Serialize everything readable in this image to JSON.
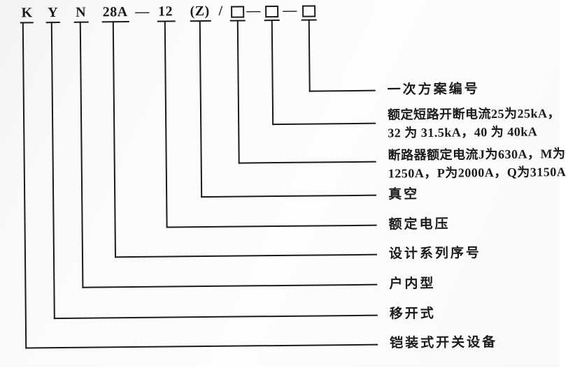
{
  "diagram": {
    "title_hint": "KYN28A-12(Z) switchgear model designation diagram",
    "colors": {
      "ink": "#1b1b1b",
      "paper": "#fafbfa"
    },
    "model_code": {
      "parts": [
        {
          "text": "K"
        },
        {
          "text": "Y"
        },
        {
          "text": "N"
        },
        {
          "text": "28A"
        },
        {
          "text": "—"
        },
        {
          "text": "12"
        },
        {
          "text": "(Z)"
        },
        {
          "text": "/"
        },
        {
          "box": true
        },
        {
          "text": "—"
        },
        {
          "box": true
        },
        {
          "text": "—"
        },
        {
          "box": true
        }
      ]
    },
    "callouts": [
      {
        "id": "primary-scheme-number",
        "line1": "一次方案编号"
      },
      {
        "id": "rated-short-circuit-breaking-current",
        "line1": "额定短路开断电流25为25kA，",
        "line2": "32 为 31.5kA，40 为 40kA"
      },
      {
        "id": "breaker-rated-current",
        "line1": "断路器额定电流J为630A，M为",
        "line2": "1250A，P为2000A，Q为3150A"
      },
      {
        "id": "vacuum",
        "line1": "真空"
      },
      {
        "id": "rated-voltage",
        "line1": "额定电压"
      },
      {
        "id": "design-series-number",
        "line1": "设计系列序号"
      },
      {
        "id": "indoor-type",
        "line1": "户内型"
      },
      {
        "id": "withdrawable-type",
        "line1": "移开式"
      },
      {
        "id": "armored-switchgear",
        "line1": "铠装式开关设备"
      }
    ]
  }
}
